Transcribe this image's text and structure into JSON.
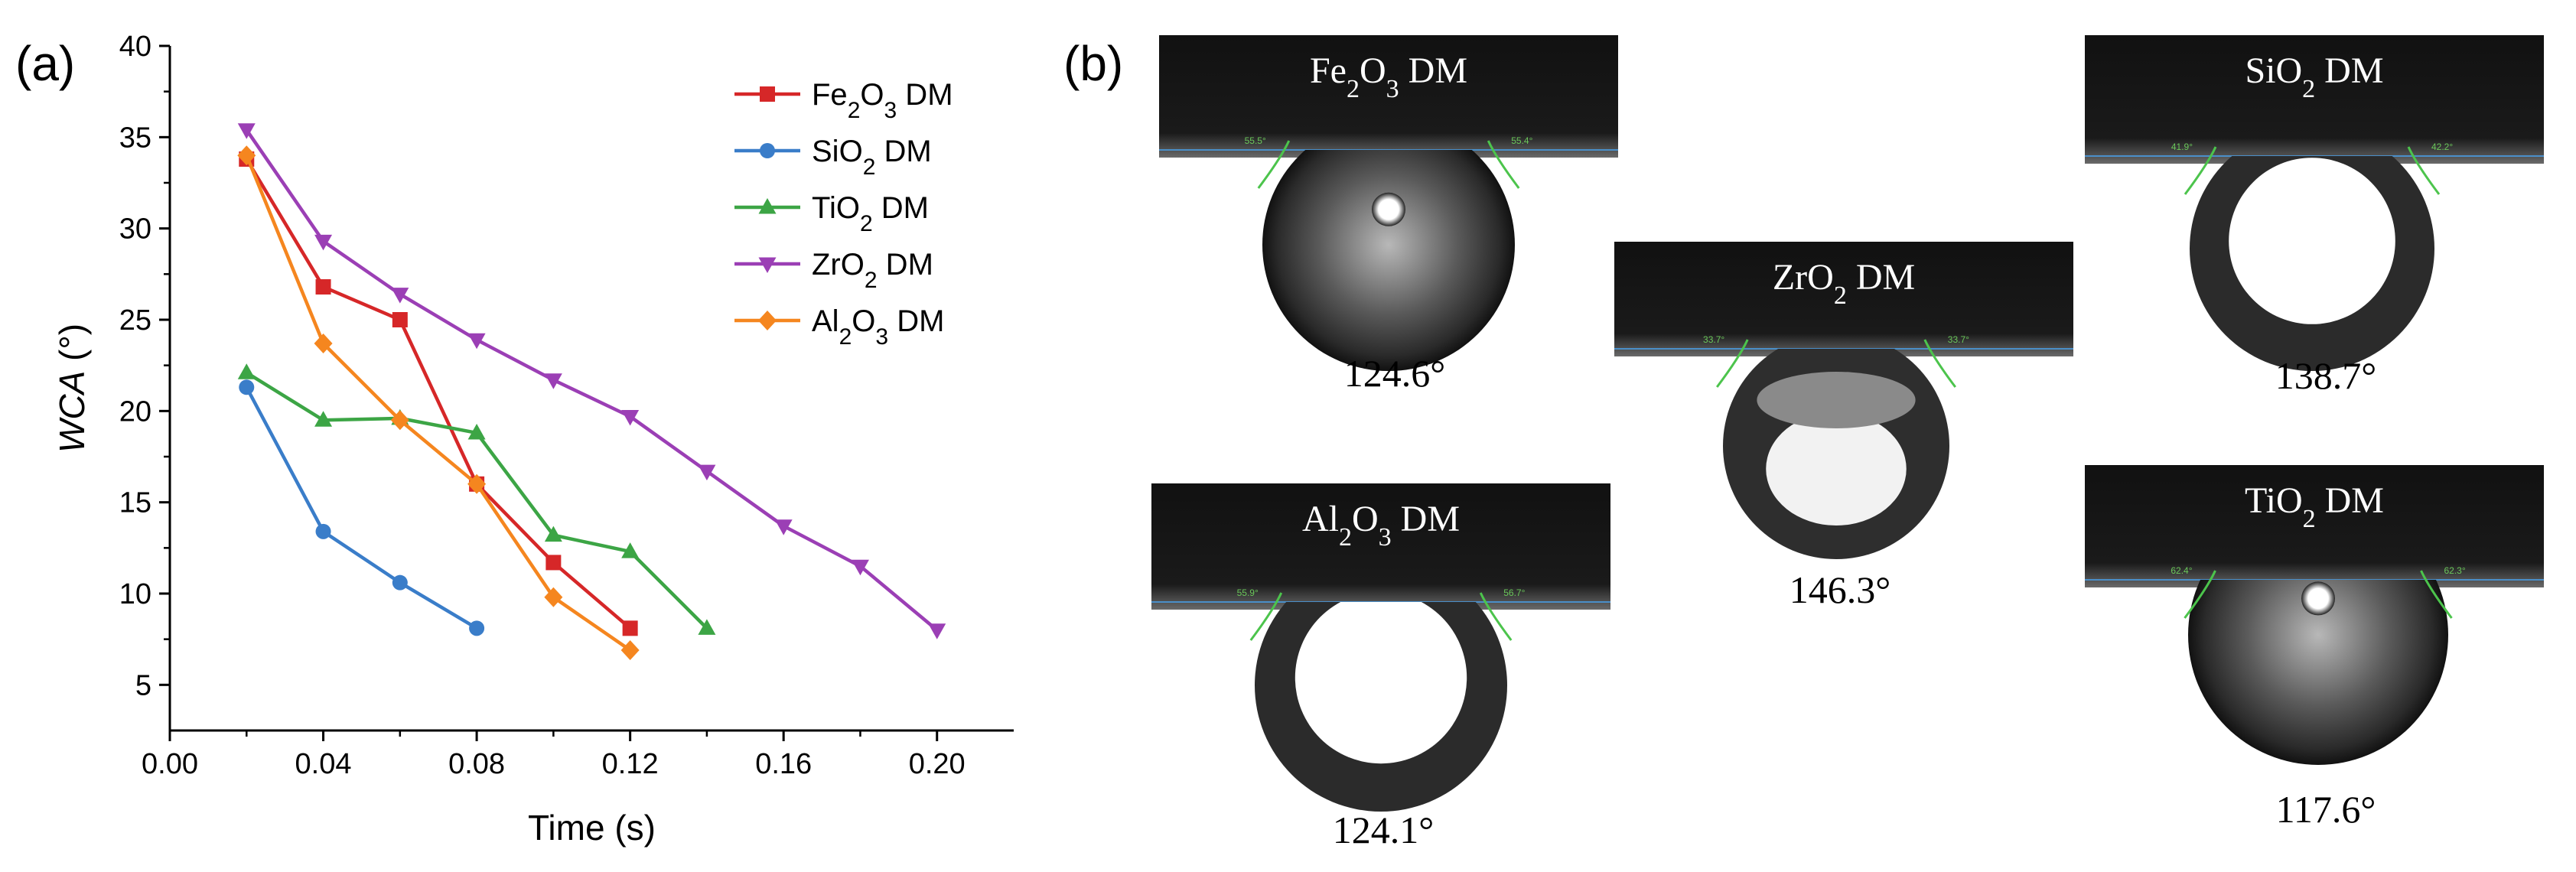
{
  "panel_a": {
    "label": "(a)"
  },
  "panel_b": {
    "label": "(b)"
  },
  "chart_data": {
    "type": "line",
    "xlabel": "Time (s)",
    "ylabel": "WCA (°)",
    "xlim": [
      0.0,
      0.22
    ],
    "ylim": [
      2.5,
      40
    ],
    "xticks": [
      "0.00",
      "0.04",
      "0.08",
      "0.12",
      "0.16",
      "0.20"
    ],
    "yticks": [
      "5",
      "10",
      "15",
      "20",
      "25",
      "30",
      "35",
      "40"
    ],
    "grid": false,
    "legend_position": "top-right",
    "series": [
      {
        "name": "Fe2O3 DM",
        "name_main": "Fe",
        "name_sub": "2",
        "name_rest": "O",
        "name_sub2": "3",
        "name_tail": " DM",
        "color": "#d62728",
        "marker": "square",
        "x": [
          0.02,
          0.04,
          0.06,
          0.08,
          0.1,
          0.12
        ],
        "y": [
          33.8,
          26.8,
          25.0,
          16.0,
          11.7,
          8.1
        ]
      },
      {
        "name": "SiO2 DM",
        "name_main": "SiO",
        "name_sub": "2",
        "name_rest": "",
        "name_sub2": "",
        "name_tail": " DM",
        "color": "#3a7dc9",
        "marker": "circle",
        "x": [
          0.02,
          0.04,
          0.06,
          0.08
        ],
        "y": [
          21.3,
          13.4,
          10.6,
          8.1
        ]
      },
      {
        "name": "TiO2 DM",
        "name_main": "TiO",
        "name_sub": "2",
        "name_rest": "",
        "name_sub2": "",
        "name_tail": " DM",
        "color": "#3ca545",
        "marker": "triangle-up",
        "x": [
          0.02,
          0.04,
          0.06,
          0.08,
          0.1,
          0.12,
          0.14
        ],
        "y": [
          22.1,
          19.5,
          19.6,
          18.8,
          13.2,
          12.3,
          8.1
        ]
      },
      {
        "name": "ZrO2 DM",
        "name_main": "ZrO",
        "name_sub": "2",
        "name_rest": "",
        "name_sub2": "",
        "name_tail": " DM",
        "color": "#9b3fb5",
        "marker": "triangle-down",
        "x": [
          0.02,
          0.04,
          0.06,
          0.08,
          0.1,
          0.12,
          0.14,
          0.16,
          0.18,
          0.2
        ],
        "y": [
          35.4,
          29.3,
          26.4,
          23.9,
          21.7,
          19.7,
          16.7,
          13.7,
          11.5,
          8.0
        ]
      },
      {
        "name": "Al2O3 DM",
        "name_main": "Al",
        "name_sub": "2",
        "name_rest": "O",
        "name_sub2": "3",
        "name_tail": " DM",
        "color": "#f5861f",
        "marker": "diamond",
        "x": [
          0.02,
          0.04,
          0.06,
          0.08,
          0.1,
          0.12
        ],
        "y": [
          34.0,
          23.7,
          19.5,
          16.0,
          9.8,
          6.9
        ]
      }
    ]
  },
  "photos": [
    {
      "title_main": "Fe",
      "title_sub": "2",
      "title_rest": "O",
      "title_sub2": "3",
      "title_tail": " DM",
      "angle": "124.6°",
      "left_mark": "55.5°",
      "right_mark": "55.4°",
      "drop_style": "small-highlight"
    },
    {
      "title_main": "SiO",
      "title_sub": "2",
      "title_rest": "",
      "title_sub2": "",
      "title_tail": " DM",
      "angle": "138.7°",
      "left_mark": "41.9°",
      "right_mark": "42.2°",
      "drop_style": "ring"
    },
    {
      "title_main": "ZrO",
      "title_sub": "2",
      "title_rest": "",
      "title_sub2": "",
      "title_tail": " DM",
      "angle": "146.3°",
      "left_mark": "33.7°",
      "right_mark": "33.7°",
      "drop_style": "hanging"
    },
    {
      "title_main": "Al",
      "title_sub": "2",
      "title_rest": "O",
      "title_sub2": "3",
      "title_tail": " DM",
      "angle": "124.1°",
      "left_mark": "55.9°",
      "right_mark": "56.7°",
      "drop_style": "ring"
    },
    {
      "title_main": "TiO",
      "title_sub": "2",
      "title_rest": "",
      "title_sub2": "",
      "title_tail": " DM",
      "angle": "117.6°",
      "left_mark": "62.4°",
      "right_mark": "62.3°",
      "drop_style": "small-highlight"
    }
  ]
}
